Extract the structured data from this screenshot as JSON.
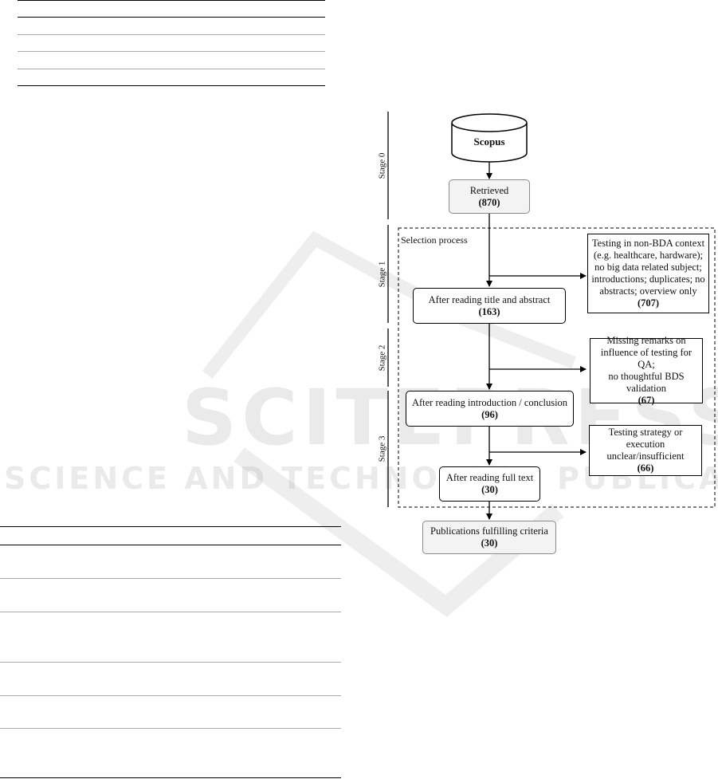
{
  "flowchart": {
    "source_box": {
      "label": "Scopus"
    },
    "retrieved_box": {
      "label": "Retrieved",
      "count": "(870)"
    },
    "selection_process_label": "Selection process",
    "stage_labels": [
      "Stage 0",
      "Stage 1",
      "Stage 2",
      "Stage 3"
    ],
    "steps": [
      {
        "label": "After reading title and abstract",
        "count": "(163)"
      },
      {
        "label": "After reading introduction / conclusion",
        "count": "(96)"
      },
      {
        "label": "After reading full text",
        "count": "(30)"
      }
    ],
    "exclusions": [
      {
        "lines": [
          "Testing in non-BDA context",
          "(e.g. healthcare, hardware);",
          "no big data related subject;",
          "introductions; duplicates; no",
          "abstracts; overview only"
        ],
        "count": "(707)"
      },
      {
        "lines": [
          "Missing remarks on",
          "influence of testing for QA;",
          "no thoughtful BDS",
          "validation"
        ],
        "count": "(67)"
      },
      {
        "lines": [
          "Testing strategy or",
          "execution",
          "unclear/insufficient"
        ],
        "count": "(66)"
      }
    ],
    "result_box": {
      "label": "Publications fulfilling criteria",
      "count": "(30)"
    }
  },
  "watermark": {
    "main": "SCITEPRESS",
    "sub": "SCIENCE AND TECHNOLOGY PUBLICATIONS"
  }
}
